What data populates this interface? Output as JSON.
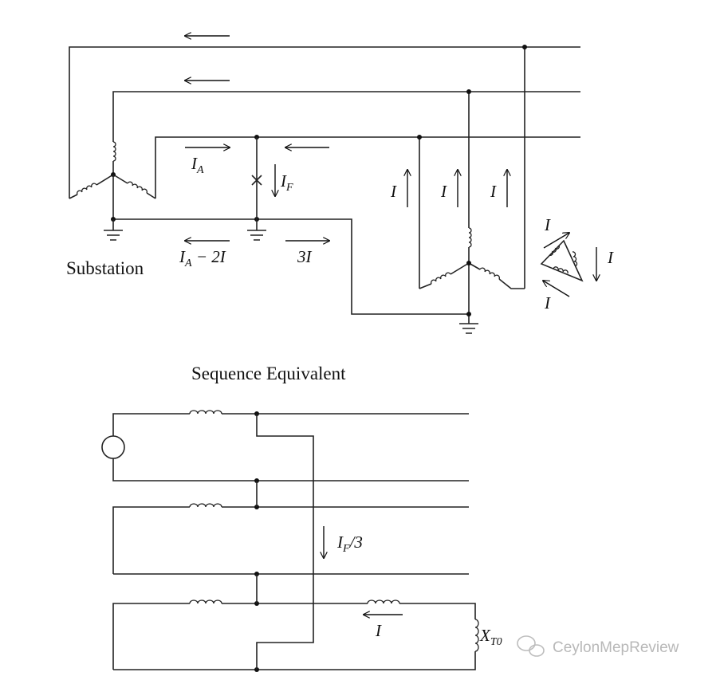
{
  "top_diagram": {
    "substation_label": "Substation",
    "current_labels": {
      "ia": "I",
      "ia_sub": "A",
      "if": "I",
      "if_sub": "F",
      "ia_minus_2i_main": "I",
      "ia_minus_2i_sub": "A",
      "ia_minus_2i_rest": " − 2I",
      "three_i": "3I",
      "leg_i": "I"
    }
  },
  "sequence_equivalent": {
    "title": "Sequence Equivalent",
    "if_over_3_main": "I",
    "if_over_3_sub": "F",
    "if_over_3_rest": "/3",
    "loop_current": "I",
    "xt0_main": "X",
    "xt0_sub": "T0"
  },
  "watermark": {
    "text": "CeylonMepReview",
    "icon": "wechat-icon"
  }
}
